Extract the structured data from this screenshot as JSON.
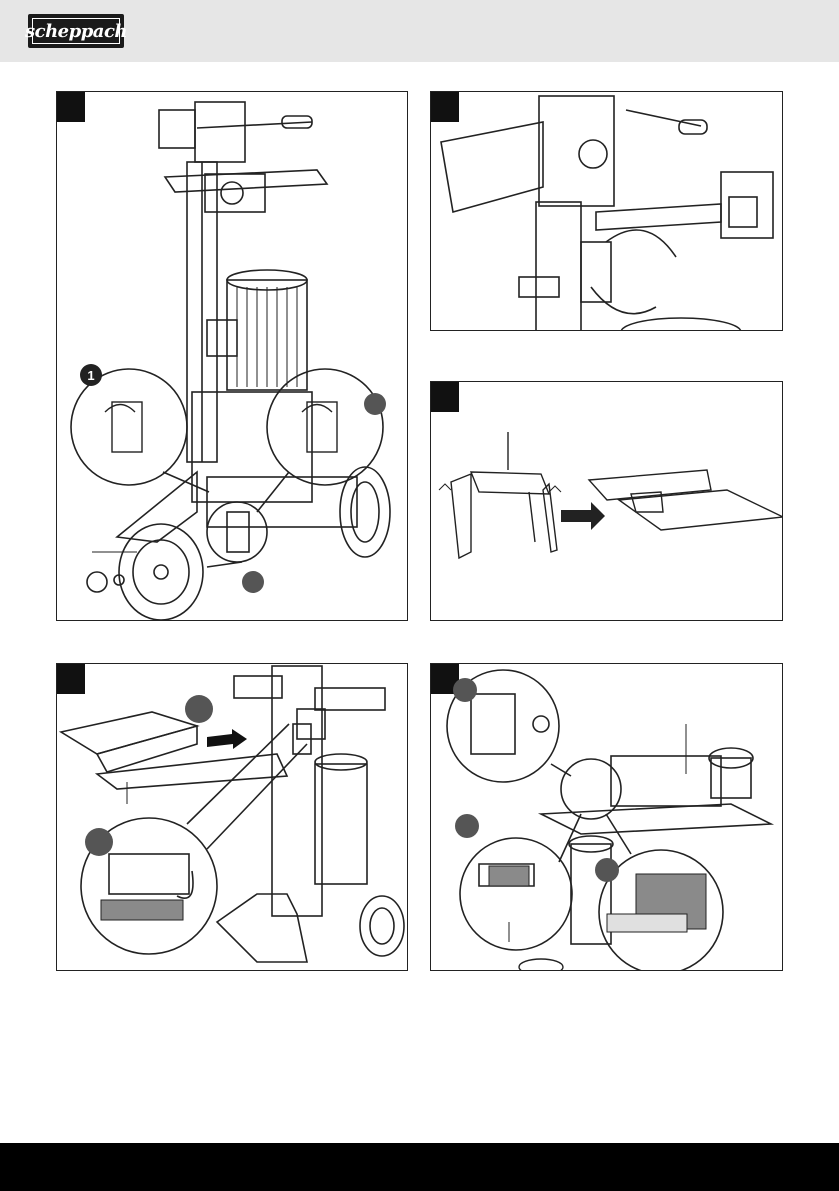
{
  "header": {
    "brand": "scheppach"
  },
  "figures": [
    {
      "id": "fig-a",
      "description_label": "",
      "callouts": [
        "1"
      ]
    },
    {
      "id": "fig-b",
      "callouts": []
    },
    {
      "id": "fig-c",
      "callouts": []
    },
    {
      "id": "fig-d",
      "callouts": []
    },
    {
      "id": "fig-e",
      "callouts": []
    }
  ],
  "colors": {
    "header_bg": "#e6e6e6",
    "logo_bg": "#1a1a1a",
    "footer_bg": "#000000",
    "line": "#222222",
    "gray_fill": "#8a8a8a"
  }
}
